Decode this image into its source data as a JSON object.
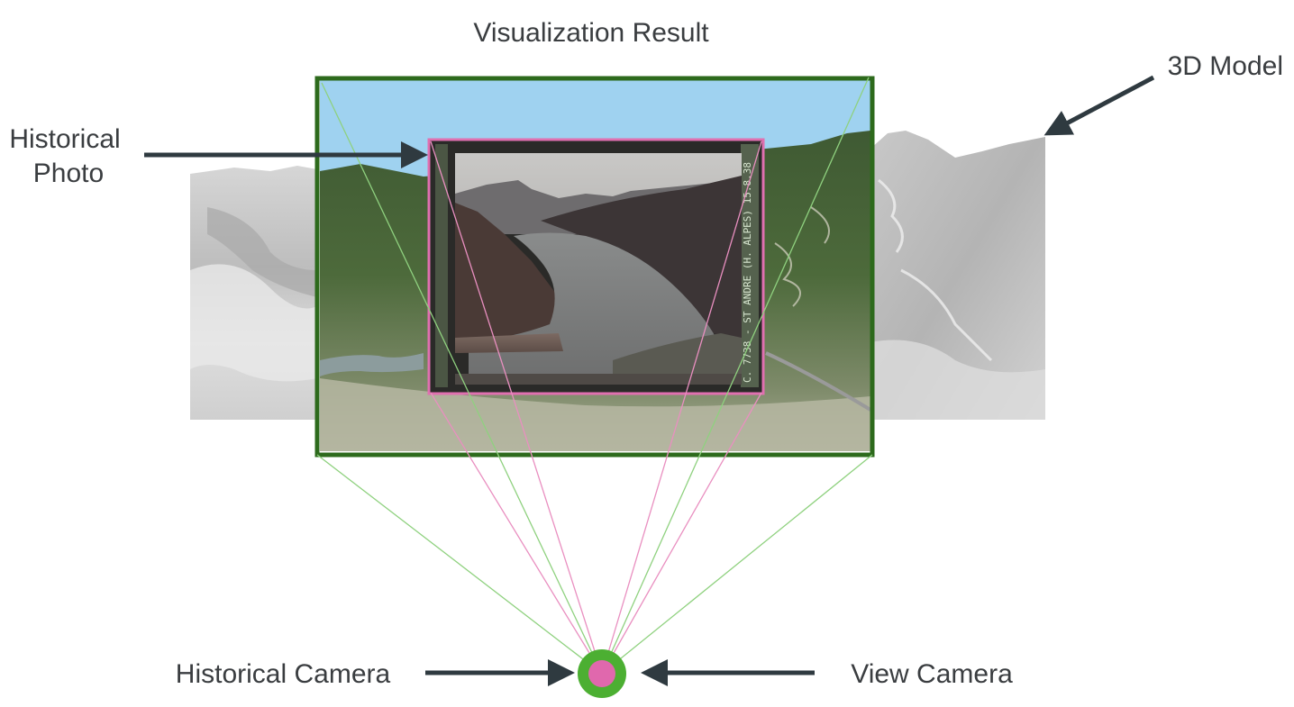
{
  "labels": {
    "title": "Visualization Result",
    "model": "3D Model",
    "photo_line1": "Historical",
    "photo_line2": "Photo",
    "historical_camera": "Historical Camera",
    "view_camera": "View Camera"
  },
  "photo_annotation": "C. 7738 - ST ANDRE (H. ALPES) 15.8.38",
  "colors": {
    "view_frustum": "#8fd17f",
    "photo_frustum": "#e98fc0",
    "view_frame": "#2d6a1c",
    "photo_frame": "#e070b0",
    "camera_outer": "#4caf32",
    "camera_inner": "#e068ad",
    "sky": "#9fd2f0",
    "arrow": "#2f3a40"
  }
}
